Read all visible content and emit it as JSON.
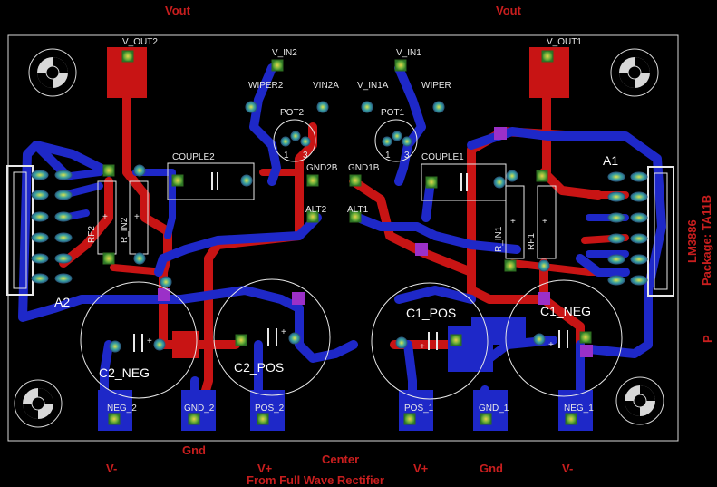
{
  "diagram": {
    "edge_labels": {
      "vout_left": "Vout",
      "vout_right": "Vout",
      "gnd_left": "Gnd",
      "gnd_right": "Gnd",
      "v_minus_left": "V-",
      "v_minus_right": "V-",
      "v_plus_left": "V+",
      "v_plus_right": "V+",
      "center": "Center",
      "from_rectifier": "From Full Wave Rectifier",
      "ic_name": "LM3886",
      "package": "Package: TA11B",
      "p_mark": "P"
    },
    "components": {
      "v_out2": "V_OUT2",
      "v_out1": "V_OUT1",
      "v_in2": "V_IN2",
      "v_in1": "V_IN1",
      "wiper2": "WIPER2",
      "vin2a": "VIN2A",
      "v_in1a": "V_IN1A",
      "wiper": "WIPER",
      "pot2": "POT2",
      "pot1": "POT1",
      "couple2": "COUPLE2",
      "couple1": "COUPLE1",
      "gnd2b": "GND2B",
      "gnd1b": "GND1B",
      "alt2": "ALT2",
      "alt1": "ALT1",
      "a1": "A1",
      "a2": "A2",
      "rf2": "RF2",
      "r_in2": "R_IN2",
      "r_in1": "R_IN1",
      "rf1": "RF1",
      "c2_neg": "C2_NEG",
      "c2_pos": "C2_POS",
      "c1_pos": "C1_POS",
      "c1_neg": "C1_NEG",
      "neg_2": "NEG_2",
      "gnd_2": "GND_2",
      "pos_2": "POS_2",
      "pos_1": "POS_1",
      "gnd_1": "GND_1",
      "neg_1": "NEG_1",
      "pot_pin1": "1",
      "pot_pin3": "3",
      "plus": "+"
    },
    "colors": {
      "background": "#000000",
      "top_copper": "#c81414",
      "bottom_copper": "#1e28c8",
      "silkscreen": "#e8e8e8",
      "pad": "#5aa02c",
      "label_red": "#c81e1e"
    }
  }
}
